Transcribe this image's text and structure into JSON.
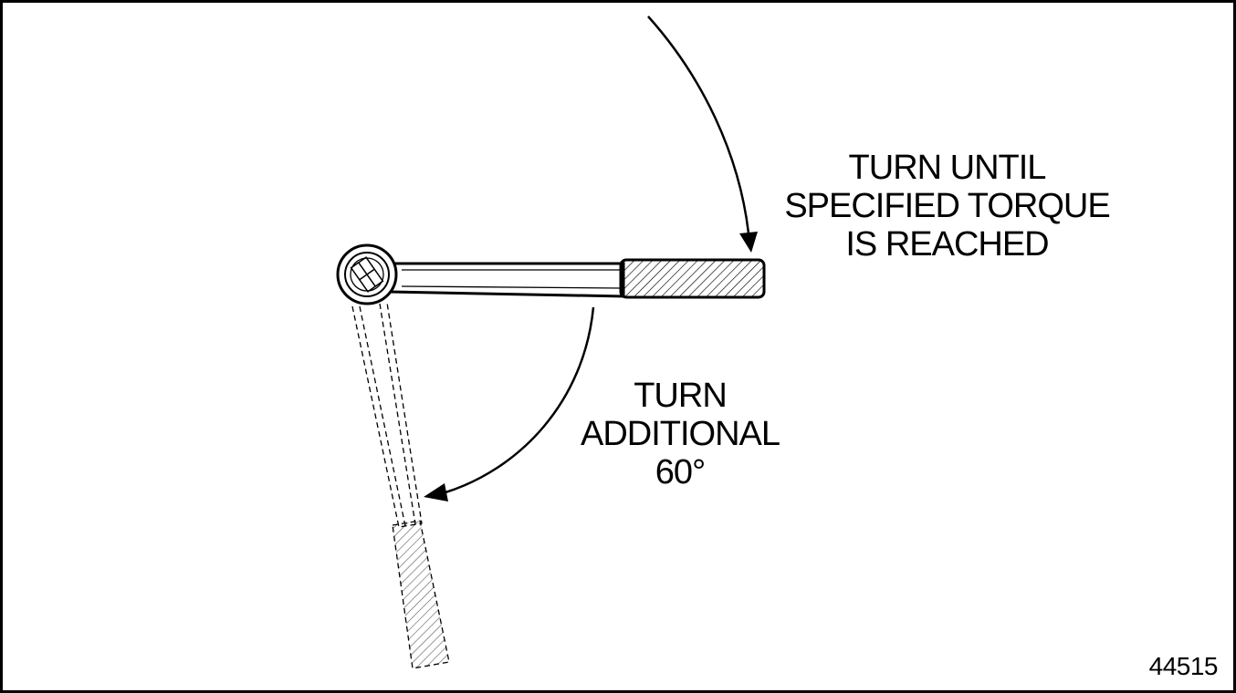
{
  "instruction_torque": {
    "lines": [
      "TURN UNTIL",
      "SPECIFIED TORQUE",
      "IS REACHED"
    ]
  },
  "instruction_additional": {
    "lines": [
      "TURN",
      "ADDITIONAL",
      "60°"
    ]
  },
  "figure_number": "44515",
  "colors": {
    "line": "#000000",
    "background": "#ffffff"
  },
  "icons": {
    "wrench_start": "ratchet-wrench-icon",
    "wrench_end": "ratchet-wrench-dashed-icon",
    "arrow_torque": "curved-arrow-icon",
    "arrow_additional": "curved-arrow-icon"
  }
}
